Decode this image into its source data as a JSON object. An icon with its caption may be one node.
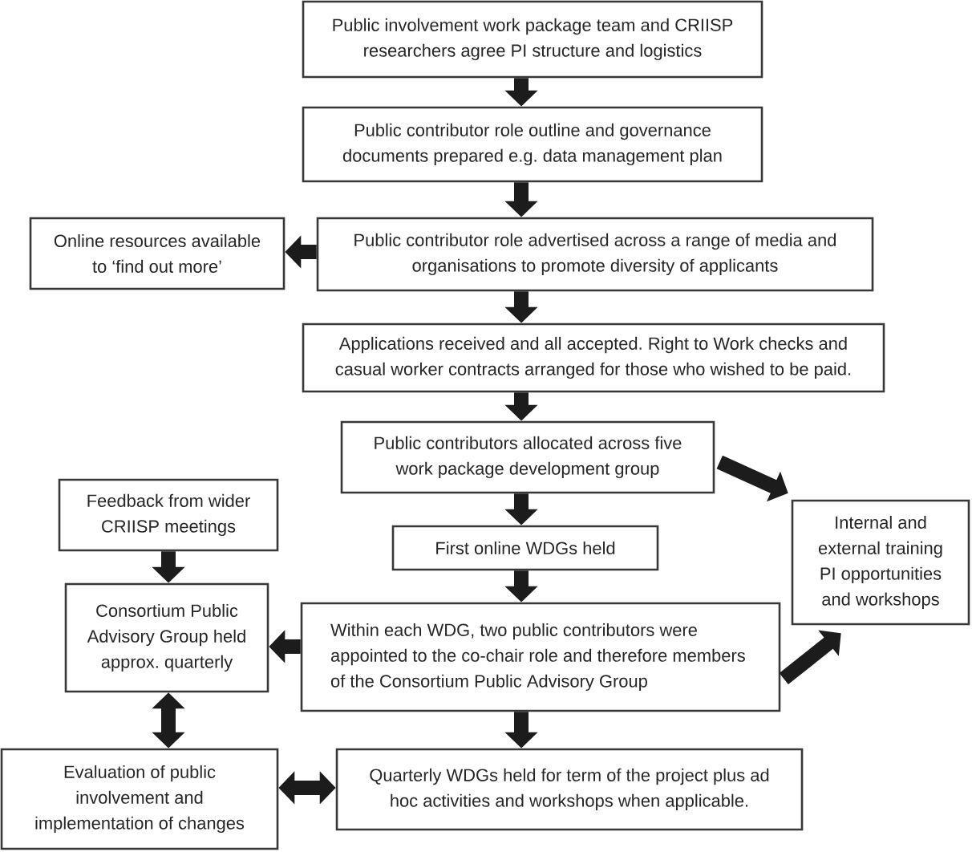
{
  "diagram": {
    "nodes": [
      {
        "text": [
          "Public involvement work package team and CRIISP researchers agree PI structure and logistics"
        ]
      },
      {
        "text": [
          "Public contributor role outline and governance documents prepared e.g. data management plan"
        ]
      },
      {
        "text": [
          "Public contributor role advertised across a range of media and organisations to promote diversity of applicants"
        ]
      },
      {
        "text": [
          "Online resources available to ‘find out more’"
        ]
      },
      {
        "text": [
          "Applications received and all accepted. Right to Work checks and casual worker contracts arranged for those who wished to be paid."
        ]
      },
      {
        "text": [
          "Public contributors allocated across five work package development group"
        ]
      },
      {
        "text": [
          "Feedback from wider CRIISP meetings"
        ]
      },
      {
        "text": [
          "Internal and external training PI opportunities and workshops"
        ]
      },
      {
        "text": [
          "First online WDGs held"
        ]
      },
      {
        "text": [
          "Consortium Public Advisory Group held approx. quarterly"
        ]
      },
      {
        "text": [
          "Within each WDG, two public contributors were appointed to the co-chair role and therefore members of the Consortium Public Advisory Group"
        ]
      },
      {
        "text": [
          "Evaluation of public involvement and implementation of changes"
        ]
      },
      {
        "text": [
          "Quarterly WDGs held for term of the project plus ad hoc activities and workshops when applicable."
        ]
      }
    ],
    "edges": [
      {
        "from": 0,
        "to": 1,
        "arrow": "to"
      },
      {
        "from": 1,
        "to": 2,
        "arrow": "to"
      },
      {
        "from": 2,
        "to": 3,
        "arrow": "to"
      },
      {
        "from": 2,
        "to": 4,
        "arrow": "to"
      },
      {
        "from": 4,
        "to": 5,
        "arrow": "to"
      },
      {
        "from": 5,
        "to": 7,
        "arrow": "to"
      },
      {
        "from": 5,
        "to": 8,
        "arrow": "to"
      },
      {
        "from": 6,
        "to": 9,
        "arrow": "to"
      },
      {
        "from": 8,
        "to": 10,
        "arrow": "to"
      },
      {
        "from": 10,
        "to": 9,
        "arrow": "to"
      },
      {
        "from": 10,
        "to": 7,
        "arrow": "to"
      },
      {
        "from": 9,
        "to": 11,
        "arrow": "both"
      },
      {
        "from": 10,
        "to": 12,
        "arrow": "to"
      },
      {
        "from": 11,
        "to": 12,
        "arrow": "both"
      }
    ]
  }
}
